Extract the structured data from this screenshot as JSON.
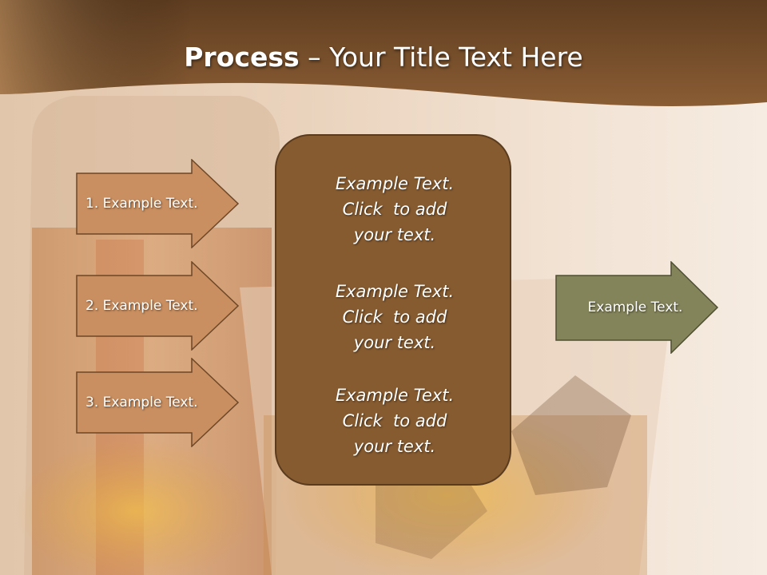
{
  "title": {
    "bold": "Process",
    "rest": " – Your Title Text Here"
  },
  "steps": [
    {
      "label": "1. Example Text."
    },
    {
      "label": "2. Example Text."
    },
    {
      "label": "3. Example Text."
    }
  ],
  "center_box": {
    "paragraphs": [
      {
        "lines": [
          "Example Text.",
          "Click  to add",
          "your text."
        ]
      },
      {
        "lines": [
          "Example Text.",
          "Click  to add",
          "your text."
        ]
      },
      {
        "lines": [
          "Example Text.",
          "Click  to add",
          "your text."
        ]
      }
    ]
  },
  "output": {
    "label": "Example Text."
  },
  "colors": {
    "header": "#6b4424",
    "step_arrow": "#c98f60",
    "center_box": "#865b30",
    "output_arrow": "#84845b"
  }
}
